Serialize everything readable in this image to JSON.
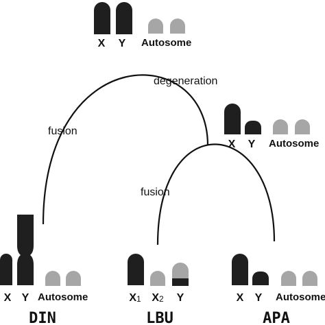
{
  "colors": {
    "sex_chromosome": "#1f1f1f",
    "autosome": "#a6a6a6",
    "tree_line": "#111111",
    "background": "#ffffff"
  },
  "ancestor": {
    "labels": {
      "x": "X",
      "y": "Y",
      "autosome": "Autosome"
    }
  },
  "branches": {
    "degeneration": "degeneration",
    "fusion_left": "fusion",
    "fusion_inner": "fusion"
  },
  "intermediate": {
    "labels": {
      "x": "X",
      "y": "Y",
      "autosome": "Autosome"
    }
  },
  "taxa": {
    "din": {
      "name": "DIN",
      "labels": {
        "x": "X",
        "y": "Y",
        "autosome": "Autosome"
      }
    },
    "lbu": {
      "name": "LBU",
      "labels": {
        "x1_base": "X",
        "x1_sub": "1",
        "x2_base": "X",
        "x2_sub": "2",
        "y": "Y"
      }
    },
    "apa": {
      "name": "APA",
      "labels": {
        "x": "X",
        "y": "Y",
        "autosome": "Autosome"
      }
    }
  }
}
